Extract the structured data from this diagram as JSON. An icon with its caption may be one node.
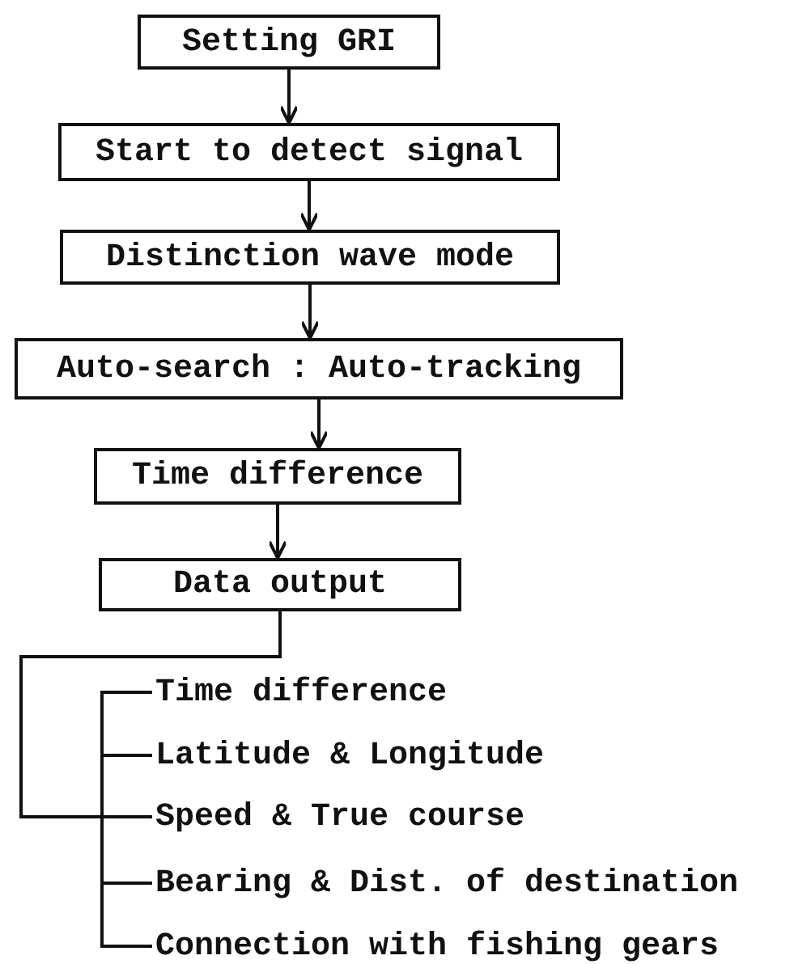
{
  "diagram": {
    "nodes": [
      {
        "text": [
          "Setting GRI"
        ]
      },
      {
        "text": [
          "Start to detect signal"
        ]
      },
      {
        "text": [
          "Distinction wave mode"
        ]
      },
      {
        "text": [
          "Auto-search : Auto-tracking"
        ]
      },
      {
        "text": [
          "Time difference"
        ]
      },
      {
        "text": [
          "Data output"
        ]
      },
      {
        "text": [
          "Time difference"
        ]
      },
      {
        "text": [
          "Latitude & Longitude"
        ]
      },
      {
        "text": [
          "Speed & True course"
        ]
      },
      {
        "text": [
          "Bearing & Dist. of destination"
        ]
      },
      {
        "text": [
          "Connection with fishing gears"
        ]
      }
    ],
    "edges": [
      {
        "from": 0,
        "to": 1,
        "arrow": "to"
      },
      {
        "from": 1,
        "to": 2,
        "arrow": "to"
      },
      {
        "from": 2,
        "to": 3,
        "arrow": "to"
      },
      {
        "from": 3,
        "to": 4,
        "arrow": "to"
      },
      {
        "from": 4,
        "to": 5,
        "arrow": "to"
      },
      {
        "from": 5,
        "to": 6,
        "arrow": "none"
      },
      {
        "from": 5,
        "to": 7,
        "arrow": "none"
      },
      {
        "from": 5,
        "to": 8,
        "arrow": "none"
      },
      {
        "from": 5,
        "to": 9,
        "arrow": "none"
      },
      {
        "from": 5,
        "to": 10,
        "arrow": "none"
      }
    ]
  }
}
